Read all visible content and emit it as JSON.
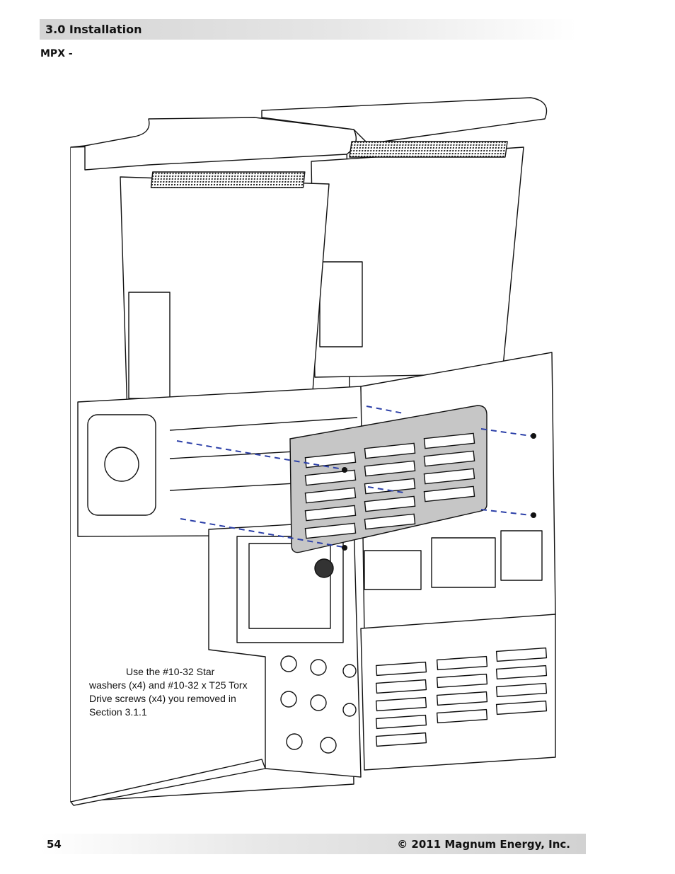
{
  "header": {
    "title": "3.0 Installation"
  },
  "section": {
    "label": "MPX -"
  },
  "figure": {
    "caption": "Use the #10-32 Star washers (x4) and #10-32 x T25 Torx Drive screws (x4) you removed in Section 3.1.1"
  },
  "footer": {
    "page_number": "54",
    "copyright": "© 2011 Magnum Energy, Inc."
  }
}
